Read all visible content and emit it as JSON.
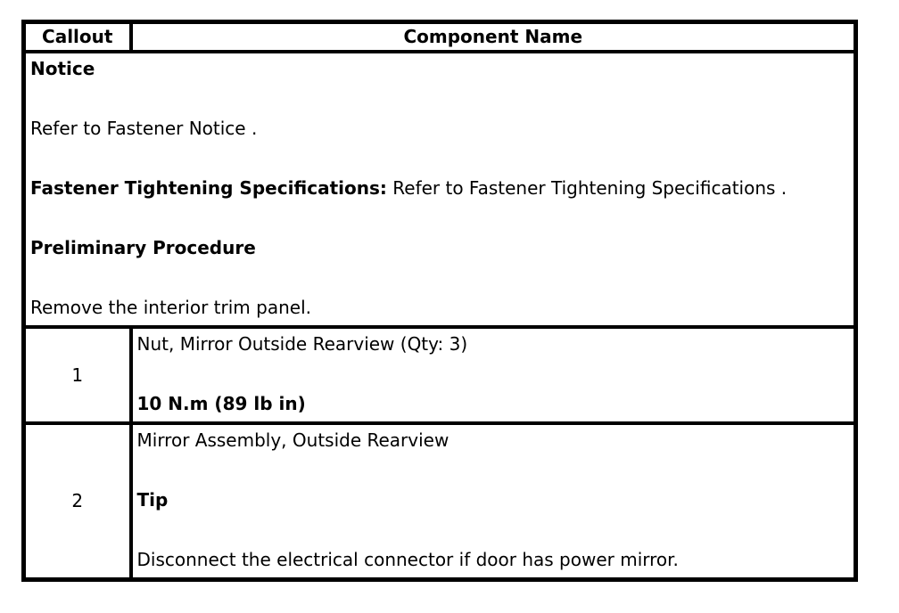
{
  "table": {
    "header": {
      "callout": "Callout",
      "component": "Component Name"
    },
    "notice": {
      "lines": [
        {
          "bold": "Notice",
          "text": ""
        },
        {
          "bold": "",
          "text": "Refer to Fastener Notice ."
        },
        {
          "bold": "Fastener Tightening Specifications:",
          "text": " Refer to Fastener Tightening Specifications ."
        },
        {
          "bold": "Preliminary Procedure",
          "text": ""
        },
        {
          "bold": "",
          "text": "Remove the interior trim panel."
        }
      ]
    },
    "rows": [
      {
        "callout": "1",
        "lines": [
          {
            "bold": "",
            "text": "Nut, Mirror Outside Rearview (Qty: 3)"
          },
          {
            "bold": "10 N.m (89 lb in)",
            "text": ""
          }
        ]
      },
      {
        "callout": "2",
        "lines": [
          {
            "bold": "",
            "text": "Mirror Assembly, Outside Rearview"
          },
          {
            "bold": "Tip",
            "text": ""
          },
          {
            "bold": "",
            "text": "Disconnect the electrical connector if door has power mirror."
          }
        ]
      }
    ]
  }
}
